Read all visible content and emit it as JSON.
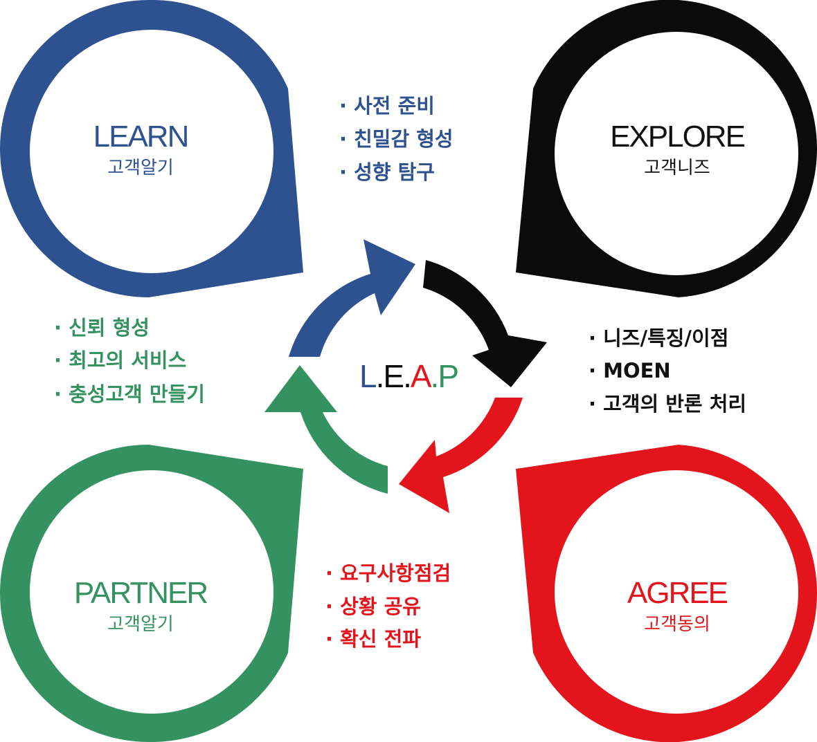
{
  "colors": {
    "learn": "#2e518f",
    "explore": "#0b0b0b",
    "agree": "#e3141b",
    "partner": "#349160",
    "learn_text": "#2e518f",
    "explore_text": "#111111",
    "agree_text": "#e3141b",
    "partner_text": "#349160"
  },
  "pins": {
    "learn": {
      "title": "LEARN",
      "subtitle": "고객알기"
    },
    "explore": {
      "title": "EXPLORE",
      "subtitle": "고객니즈"
    },
    "partner": {
      "title": "PARTNER",
      "subtitle": "고객알기"
    },
    "agree": {
      "title": "AGREE",
      "subtitle": "고객동의"
    }
  },
  "lists": {
    "learn": [
      "· 사전 준비",
      "· 친밀감 형성",
      "· 성향 탐구"
    ],
    "explore": [
      "· 니즈/특징/이점",
      "· MOEN",
      "· 고객의 반론 처리"
    ],
    "agree": [
      "· 요구사항점검",
      "· 상황 공유",
      "· 확신 전파"
    ],
    "partner": [
      "· 신뢰 형성",
      "· 최고의 서비스",
      "· 충성고객 만들기"
    ]
  },
  "center": {
    "l": "L",
    "dot1": ".",
    "e": "E",
    "dot2": ".",
    "a": "A",
    "dot3": ".",
    "p": "P"
  }
}
